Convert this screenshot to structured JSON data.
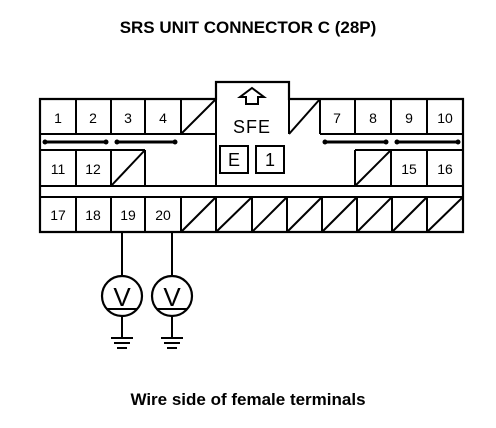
{
  "title": "SRS UNIT CONNECTOR C (28P)",
  "caption": "Wire side of female terminals",
  "connector": {
    "key_label": "SFE",
    "key_box_left": "E",
    "key_box_right": "1",
    "row1_left": [
      "1",
      "2",
      "3",
      "4"
    ],
    "row1_right": [
      "7",
      "8",
      "9",
      "10"
    ],
    "row2_left": [
      "11",
      "12"
    ],
    "row2_right": [
      "15",
      "16"
    ],
    "row3": [
      "17",
      "18",
      "19",
      "20"
    ]
  },
  "voltmeters": [
    {
      "terminal": "19",
      "symbol": "V"
    },
    {
      "terminal": "20",
      "symbol": "V"
    }
  ],
  "colors": {
    "ink": "#000000",
    "background": "#ffffff"
  }
}
